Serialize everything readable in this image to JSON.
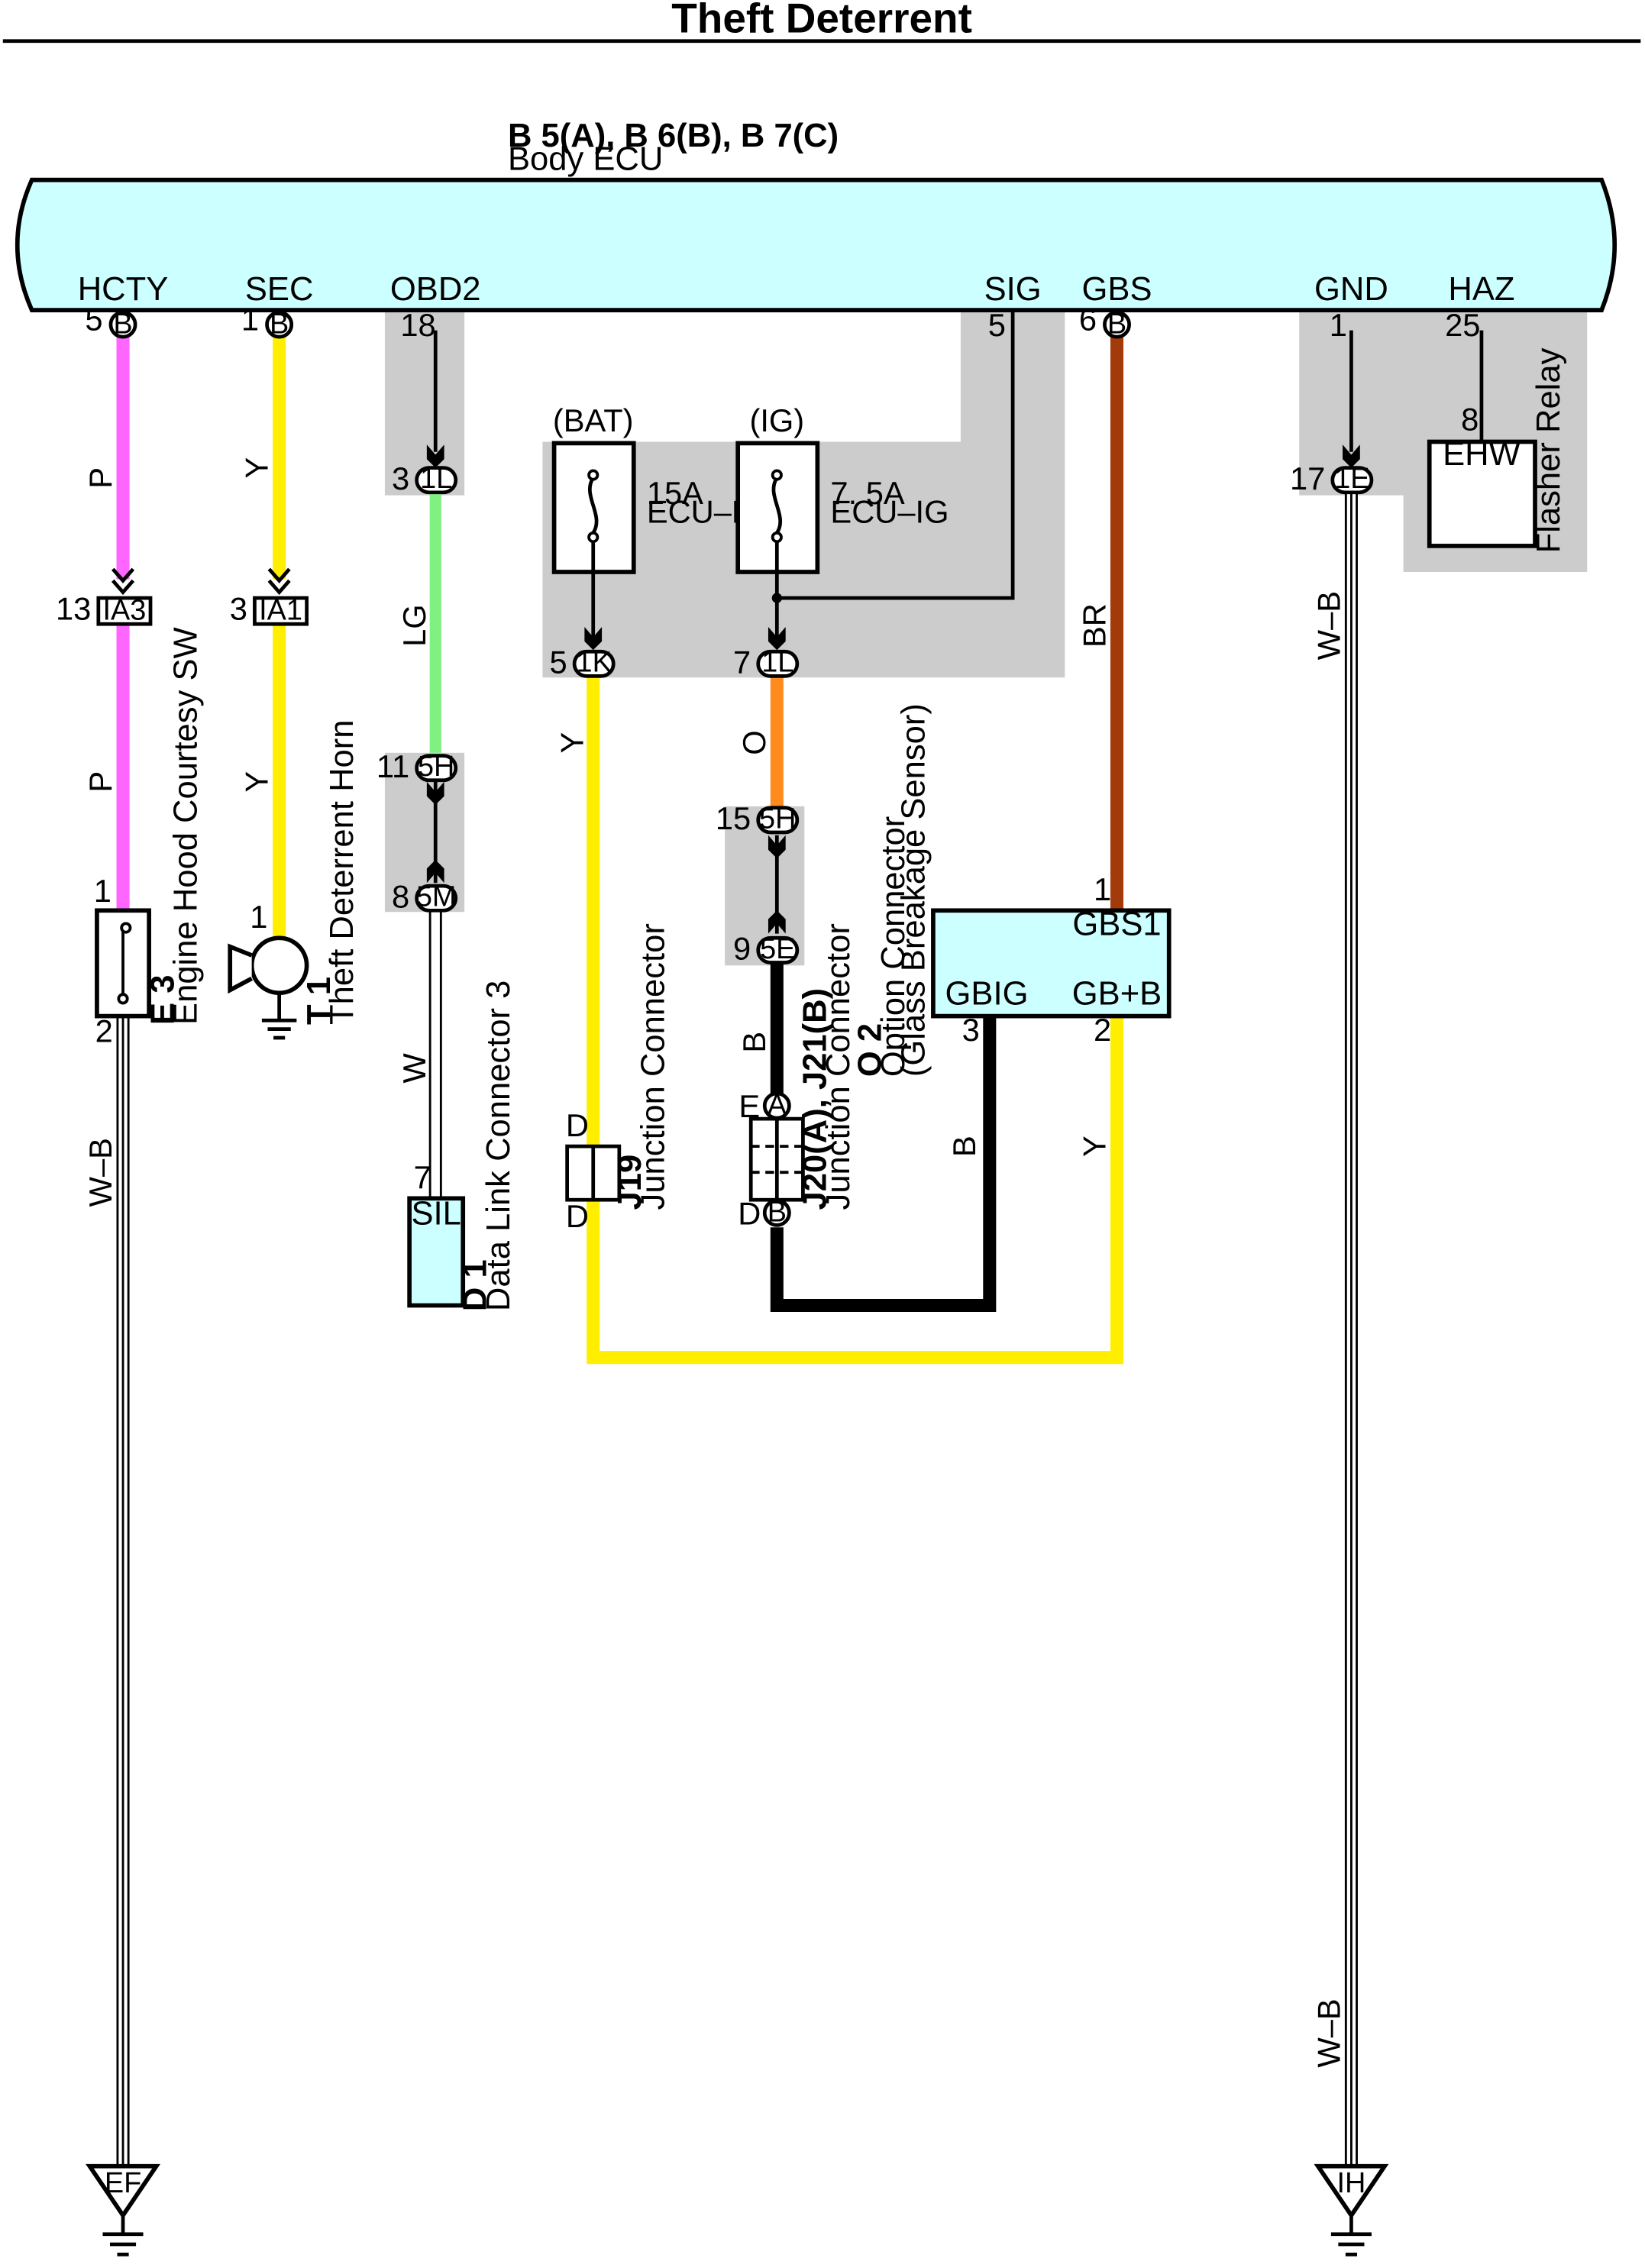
{
  "title": "Theft Deterrent",
  "ecu": {
    "id": "B 5(A), B 6(B), B 7(C)",
    "name": "Body ECU",
    "terminals": [
      "HCTY",
      "SEC",
      "OBD2",
      "SIG",
      "GBS",
      "GND",
      "HAZ"
    ],
    "fill_color": "#ccffff"
  },
  "fuses": {
    "bat": {
      "source": "(BAT)",
      "rating": "15A",
      "name": "ECU–B"
    },
    "ig": {
      "source": "(IG)",
      "rating": "7. 5A",
      "name": "ECU–IG"
    }
  },
  "connectors": {
    "b": "B",
    "ia3": "IA3",
    "ia1": "IA1",
    "l1": "1L",
    "k1": "1K",
    "h5": "5H",
    "m5": "5M",
    "e5": "5E",
    "e1": "1E",
    "a": "A"
  },
  "pins": {
    "hcty": "5",
    "sec": "1",
    "obd2": "18",
    "sig": "5",
    "gbs": "6",
    "gnd": "1",
    "haz": "25",
    "obd_1l": "3",
    "bat_1k": "5",
    "ig_1l": "7",
    "gnd_1e": "17",
    "haz_relay": "8",
    "ia3": "13",
    "ia1": "3",
    "h5_top": "11",
    "m5": "8",
    "h5_mid": "15",
    "e5": "9",
    "e3_top": "1",
    "e3_bot": "2",
    "t1_top": "1",
    "d1_top": "7",
    "o2_gbs1": "1",
    "o2_gbig": "3",
    "o2_gbb": "2"
  },
  "wires": {
    "p": "P",
    "y": "Y",
    "lg": "LG",
    "w": "W",
    "o": "O",
    "b": "B",
    "br": "BR",
    "wb": "W–B"
  },
  "components": {
    "e3": {
      "id": "E 3",
      "name": "Engine Hood Courtesy SW"
    },
    "t1": {
      "id": "T 1",
      "name": "Theft Deterrent Horn"
    },
    "d1": {
      "id": "D 1",
      "name": "Data Link Connector 3",
      "terminal": "SIL"
    },
    "j19": {
      "id": "J19",
      "name": "Junction Connector",
      "pin_top": "D",
      "pin_bottom": "D"
    },
    "j20": {
      "id": "J20(A), J21(B)",
      "name": "Junction Connector",
      "pin_top": "E",
      "pin_bottom": "D",
      "top_conn": "A",
      "bottom_conn": "B"
    },
    "o2": {
      "id": "O 2",
      "name": "Option Connector",
      "name2": "(Glass Breakage Sensor)",
      "t_gbs1": "GBS1",
      "t_gbig": "GBIG",
      "t_gbb": "GB+B"
    },
    "relay": {
      "name": "Flasher Relay",
      "terminal": "EHW"
    }
  },
  "grounds": {
    "ef": "EF",
    "ih": "IH"
  },
  "colors": {
    "pink": "#ff66ff",
    "yellow": "#ffee00",
    "light_green": "#80f080",
    "orange": "#ff8a1e",
    "brown": "#a33a0a",
    "black": "#000000",
    "shade": "#cccccc",
    "ecu_fill": "#ccffff"
  }
}
